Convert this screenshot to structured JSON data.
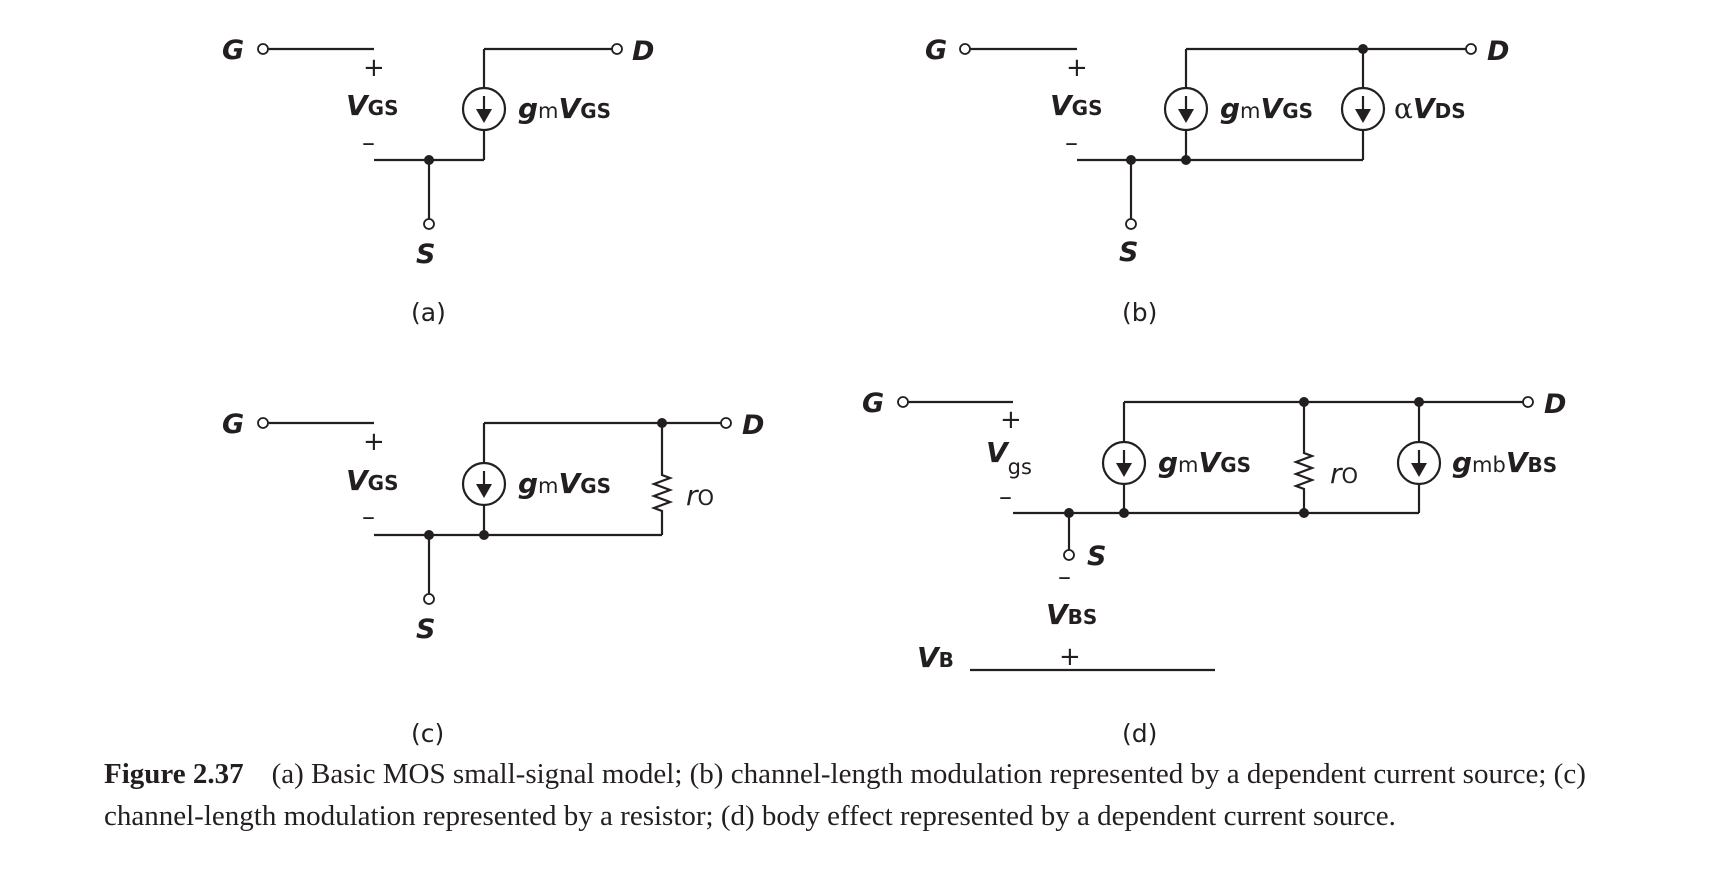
{
  "nodes": {
    "gate": "G",
    "drain": "D",
    "source": "S",
    "bulk_v": "V",
    "bulk_sub": "B"
  },
  "signs": {
    "plus": "+",
    "minus": "–"
  },
  "labels": {
    "v": "V",
    "gs_sub": "GS",
    "gs_sub_lower": "gs",
    "ds_sub": "DS",
    "bs_sub": "BS",
    "g": "g",
    "m_sub": "m",
    "mb_sub": "mb",
    "alpha": "α",
    "r": "r",
    "o_sub": "O"
  },
  "panels": {
    "a": "(a)",
    "b": "(b)",
    "c": "(c)",
    "d": "(d)"
  },
  "caption": {
    "figure_number": "Figure 2.37",
    "text": "(a) Basic MOS small-signal model; (b) channel-length modulation represented by a dependent current source; (c) channel-length modulation represented by a resistor; (d) body effect represented by a dependent current source."
  }
}
